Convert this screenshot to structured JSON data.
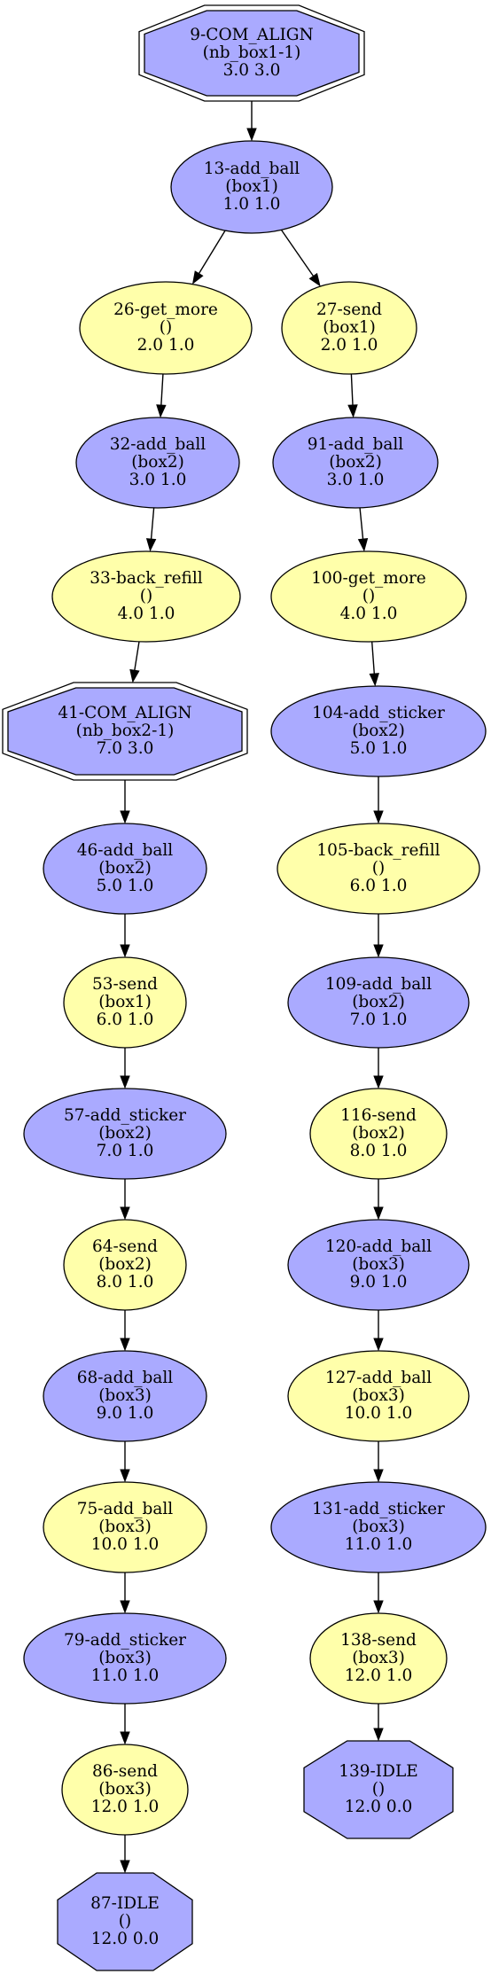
{
  "colors": {
    "blue": "#aaaaff",
    "yellow": "#ffffaa",
    "stroke": "#000000",
    "background": "#ffffff"
  },
  "nodes": {
    "n9": {
      "shape": "doubleoctagon",
      "color": "blue",
      "lines": [
        "9-COM_ALIGN",
        "(nb_box1-1)",
        "3.0 3.0"
      ]
    },
    "n13": {
      "shape": "ellipse",
      "color": "blue",
      "lines": [
        "13-add_ball",
        "(box1)",
        "1.0 1.0"
      ]
    },
    "n26": {
      "shape": "ellipse",
      "color": "yellow",
      "lines": [
        "26-get_more",
        "()",
        "2.0 1.0"
      ]
    },
    "n27": {
      "shape": "ellipse",
      "color": "yellow",
      "lines": [
        "27-send",
        "(box1)",
        "2.0 1.0"
      ]
    },
    "n32": {
      "shape": "ellipse",
      "color": "blue",
      "lines": [
        "32-add_ball",
        "(box2)",
        "3.0 1.0"
      ]
    },
    "n91": {
      "shape": "ellipse",
      "color": "blue",
      "lines": [
        "91-add_ball",
        "(box2)",
        "3.0 1.0"
      ]
    },
    "n33": {
      "shape": "ellipse",
      "color": "yellow",
      "lines": [
        "33-back_refill",
        "()",
        "4.0 1.0"
      ]
    },
    "n100": {
      "shape": "ellipse",
      "color": "yellow",
      "lines": [
        "100-get_more",
        "()",
        "4.0 1.0"
      ]
    },
    "n41": {
      "shape": "doubleoctagon",
      "color": "blue",
      "lines": [
        "41-COM_ALIGN",
        "(nb_box2-1)",
        "7.0 3.0"
      ]
    },
    "n104": {
      "shape": "ellipse",
      "color": "blue",
      "lines": [
        "104-add_sticker",
        "(box2)",
        "5.0 1.0"
      ]
    },
    "n46": {
      "shape": "ellipse",
      "color": "blue",
      "lines": [
        "46-add_ball",
        "(box2)",
        "5.0 1.0"
      ]
    },
    "n105": {
      "shape": "ellipse",
      "color": "yellow",
      "lines": [
        "105-back_refill",
        "()",
        "6.0 1.0"
      ]
    },
    "n53": {
      "shape": "ellipse",
      "color": "yellow",
      "lines": [
        "53-send",
        "(box1)",
        "6.0 1.0"
      ]
    },
    "n109": {
      "shape": "ellipse",
      "color": "blue",
      "lines": [
        "109-add_ball",
        "(box2)",
        "7.0 1.0"
      ]
    },
    "n57": {
      "shape": "ellipse",
      "color": "blue",
      "lines": [
        "57-add_sticker",
        "(box2)",
        "7.0 1.0"
      ]
    },
    "n116": {
      "shape": "ellipse",
      "color": "yellow",
      "lines": [
        "116-send",
        "(box2)",
        "8.0 1.0"
      ]
    },
    "n64": {
      "shape": "ellipse",
      "color": "yellow",
      "lines": [
        "64-send",
        "(box2)",
        "8.0 1.0"
      ]
    },
    "n120": {
      "shape": "ellipse",
      "color": "blue",
      "lines": [
        "120-add_ball",
        "(box3)",
        "9.0 1.0"
      ]
    },
    "n68": {
      "shape": "ellipse",
      "color": "blue",
      "lines": [
        "68-add_ball",
        "(box3)",
        "9.0 1.0"
      ]
    },
    "n127": {
      "shape": "ellipse",
      "color": "yellow",
      "lines": [
        "127-add_ball",
        "(box3)",
        "10.0 1.0"
      ]
    },
    "n75": {
      "shape": "ellipse",
      "color": "yellow",
      "lines": [
        "75-add_ball",
        "(box3)",
        "10.0 1.0"
      ]
    },
    "n131": {
      "shape": "ellipse",
      "color": "blue",
      "lines": [
        "131-add_sticker",
        "(box3)",
        "11.0 1.0"
      ]
    },
    "n79": {
      "shape": "ellipse",
      "color": "blue",
      "lines": [
        "79-add_sticker",
        "(box3)",
        "11.0 1.0"
      ]
    },
    "n138": {
      "shape": "ellipse",
      "color": "yellow",
      "lines": [
        "138-send",
        "(box3)",
        "12.0 1.0"
      ]
    },
    "n86": {
      "shape": "ellipse",
      "color": "yellow",
      "lines": [
        "86-send",
        "(box3)",
        "12.0 1.0"
      ]
    },
    "n139": {
      "shape": "octagon",
      "color": "blue",
      "lines": [
        "139-IDLE",
        "()",
        "12.0 0.0"
      ]
    },
    "n87": {
      "shape": "octagon",
      "color": "blue",
      "lines": [
        "87-IDLE",
        "()",
        "12.0 0.0"
      ]
    }
  },
  "edges": [
    [
      "n9",
      "n13"
    ],
    [
      "n13",
      "n26"
    ],
    [
      "n13",
      "n27"
    ],
    [
      "n26",
      "n32"
    ],
    [
      "n32",
      "n33"
    ],
    [
      "n33",
      "n41"
    ],
    [
      "n41",
      "n46"
    ],
    [
      "n46",
      "n53"
    ],
    [
      "n53",
      "n57"
    ],
    [
      "n57",
      "n64"
    ],
    [
      "n64",
      "n68"
    ],
    [
      "n68",
      "n75"
    ],
    [
      "n75",
      "n79"
    ],
    [
      "n79",
      "n86"
    ],
    [
      "n86",
      "n87"
    ],
    [
      "n27",
      "n91"
    ],
    [
      "n91",
      "n100"
    ],
    [
      "n100",
      "n104"
    ],
    [
      "n104",
      "n105"
    ],
    [
      "n105",
      "n109"
    ],
    [
      "n109",
      "n116"
    ],
    [
      "n116",
      "n120"
    ],
    [
      "n120",
      "n127"
    ],
    [
      "n127",
      "n131"
    ],
    [
      "n131",
      "n138"
    ],
    [
      "n138",
      "n139"
    ]
  ]
}
